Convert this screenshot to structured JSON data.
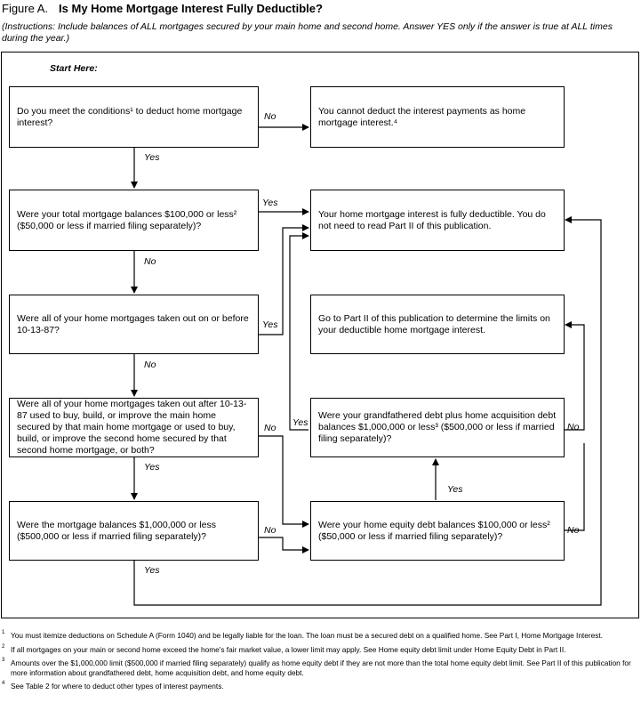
{
  "header": {
    "figure_label": "Figure A.",
    "title": "Is My Home Mortgage Interest Fully Deductible?",
    "instructions": "(Instructions: Include balances of ALL mortgages secured by your main home and second home. Answer YES only if the answer is true at ALL times during the year.)"
  },
  "start_label": "Start Here:",
  "boxes": {
    "q1": "Do you meet the conditions¹ to deduct home mortgage interest?",
    "q2": "Were your total mortgage balances $100,000 or less² ($50,000 or less if married filing separately)?",
    "q3": "Were all of your home mortgages taken out on or before 10-13-87?",
    "q4": "Were all of your home mortgages taken out after 10-13-87 used to buy, build, or improve the main home secured by that main home mortgage or used to buy, build, or improve the second home secured by that second home mortgage, or both?",
    "q5": "Were the mortgage balances $1,000,000 or less ($500,000 or less if married filing separately)?",
    "r_no_deduct": "You cannot deduct the interest payments as home mortgage interest.⁴",
    "r_full": "Your home mortgage interest is fully deductible. You do not need to read Part II of this publication.",
    "r_part2": "Go to Part II of this publication to determine the limits on your deductible home mortgage interest.",
    "q_grandfathered": "Were your grandfathered debt plus home acquisition debt balances $1,000,000 or less³ ($500,000 or less if married filing separately)?",
    "q_equity": "Were your home equity debt balances $100,000 or less² ($50,000 or less if married filing separately)?"
  },
  "answers": {
    "yes": "Yes",
    "no": "No"
  },
  "footnotes": [
    {
      "num": "1",
      "text": "You must itemize deductions on Schedule A (Form 1040) and be legally liable for the loan. The loan must be a secured debt on a qualified home. See Part I, Home Mortgage Interest."
    },
    {
      "num": "2",
      "text": "If all mortgages on your main or second home exceed the home's fair market value, a lower limit may apply. See Home equity debt limit under Home Equity Debt in Part II."
    },
    {
      "num": "3",
      "text": "Amounts over the $1,000,000 limit ($500,000 if married filing separately) qualify as home equity debt if they are not more than the total home equity debt limit. See Part II of this publication for more information about grandfathered debt, home acquisition debt, and home equity debt."
    },
    {
      "num": "4",
      "text": "See Table 2 for where to deduct other types of interest payments."
    }
  ]
}
